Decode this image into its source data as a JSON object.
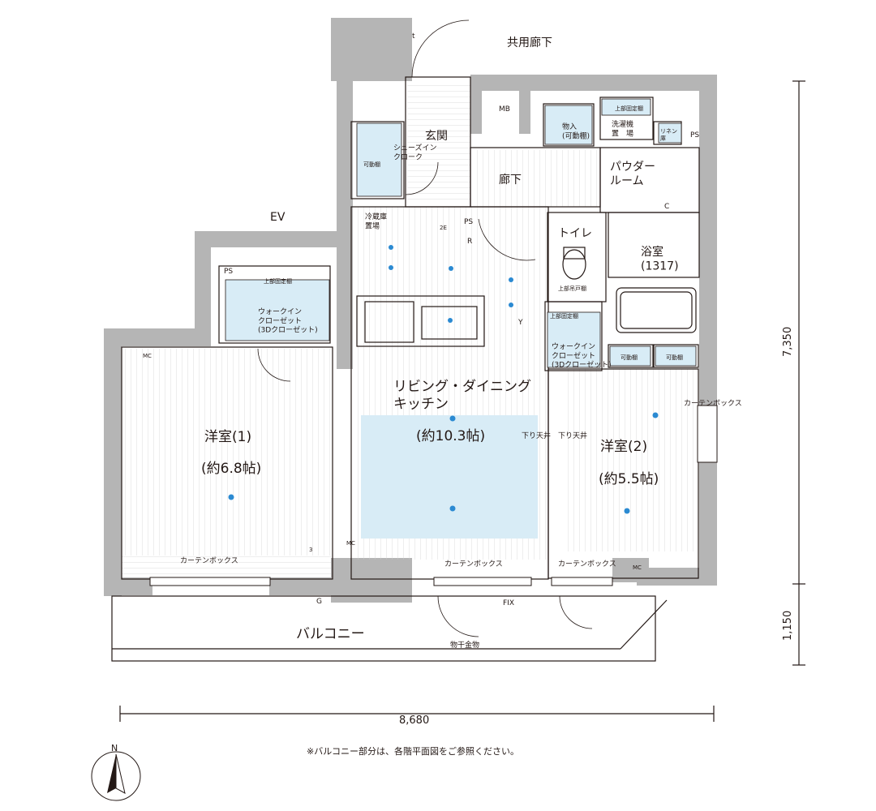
{
  "rooms": {
    "common_corridor": "共用廊下",
    "ev": "EV",
    "mb": "MB",
    "genkan": "玄関",
    "shoes_cloak": "シューズイン\nクローク",
    "shoes_cloak_shelf": "可動棚",
    "storage": "物入\n(可動棚)",
    "washer": "洗濯機\n置　場",
    "washer_shelf": "上部固定棚",
    "linen": "リネン\n庫",
    "ps1": "PS",
    "ps2": "PS",
    "ps3": "PS",
    "corridor": "廊下",
    "powder": "パウダー\nルーム",
    "fridge": "冷蔵庫\n置場",
    "toilet": "トイレ",
    "toilet_shelf": "上部吊戸棚",
    "bath": "浴室\n(1317)",
    "wic1_shelf": "上部固定棚",
    "wic1": "ウォークイン\nクローゼット\n(3Dクローゼット)",
    "wic2_shelf": "上部固定棚",
    "wic2": "ウォークイン\nクローゼット\n(3Dクローゼット)",
    "movable_shelf1": "可動棚",
    "movable_shelf2": "可動棚",
    "ldk_name": "リビング・ダイニング\nキッチン",
    "ldk_size": "(約10.3帖)",
    "room1_name": "洋室(1)",
    "room1_size": "(約6.8帖)",
    "room2_name": "洋室(2)",
    "room2_size": "(約5.5帖)",
    "drop_ceiling1": "下り天井",
    "drop_ceiling2": "下り天井",
    "curtain_box1": "カーテンボックス",
    "curtain_box2": "カーテンボックス",
    "curtain_box3": "カーテンボックス",
    "curtain_box4": "カーテンボックス",
    "balcony": "バルコニー",
    "drying_rack": "物干金物",
    "fix": "FIX"
  },
  "symbols": {
    "mc1": "MC",
    "mc2": "MC",
    "mc3": "MC",
    "c": "C",
    "g": "G",
    "r": "R",
    "y": "Y",
    "t": "t",
    "e2": "2E",
    "three": "3"
  },
  "dimensions": {
    "width": "8,680",
    "depth_main": "7,350",
    "depth_balcony": "1,150"
  },
  "compass_label": "N",
  "footnote": "※バルコニー部分は、各階平面図をご参照ください。",
  "colors": {
    "wall": "#b5b5b5",
    "accent_blue": "#d8ecf6",
    "symbol_blue": "#2b8ad2",
    "line": "#231815"
  }
}
